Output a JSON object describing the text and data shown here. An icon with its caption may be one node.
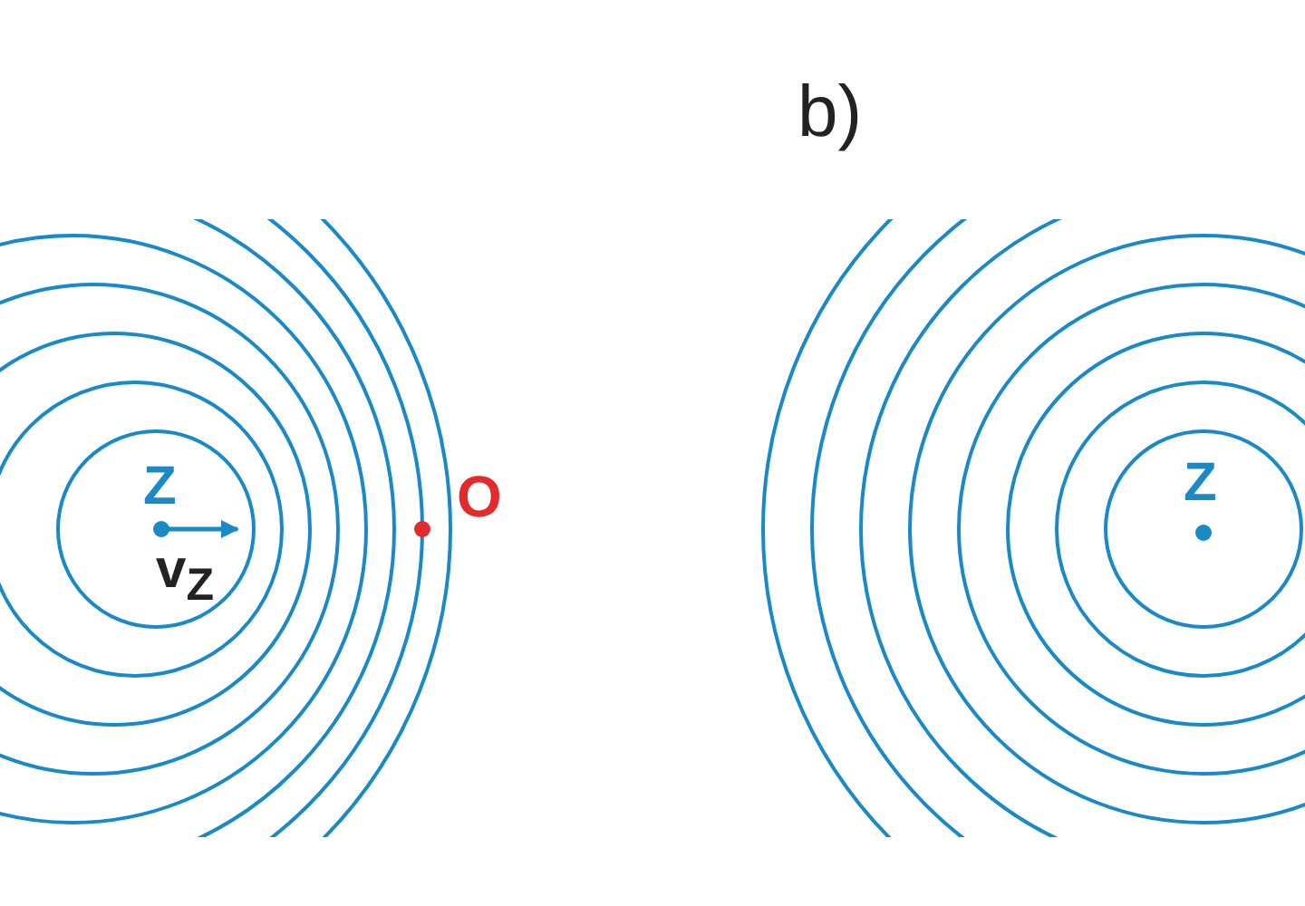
{
  "diagram": {
    "labels": [
      "b)",
      "Z",
      "v$_{Z}$",
      "O",
      "Z"
    ]
  }
}
